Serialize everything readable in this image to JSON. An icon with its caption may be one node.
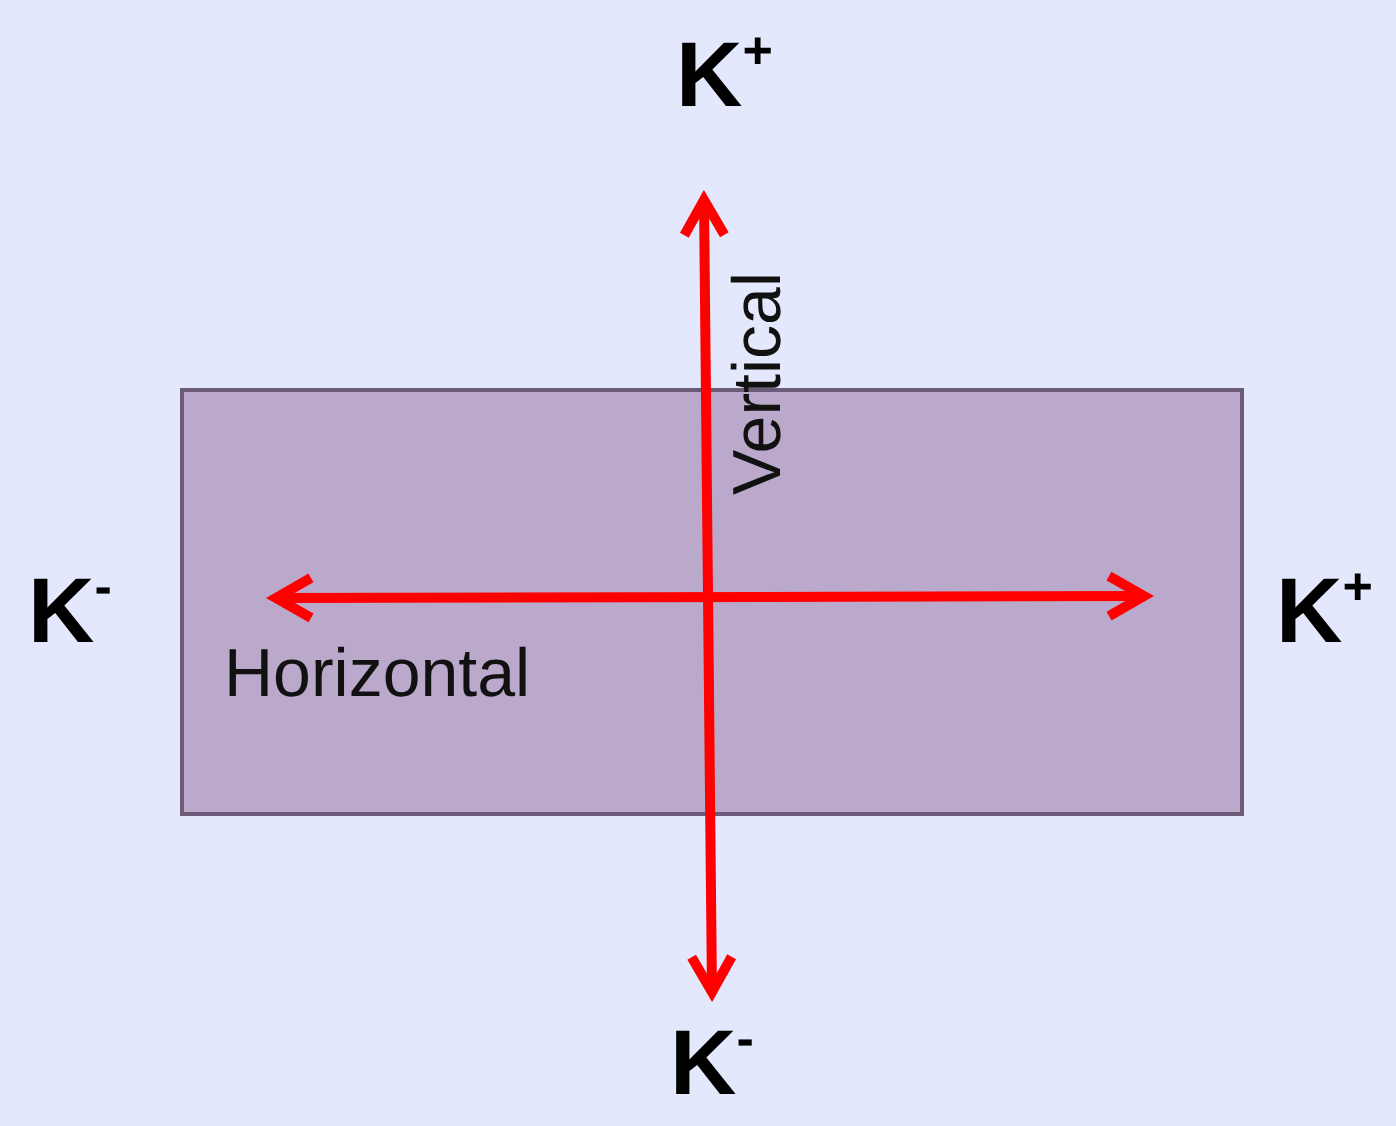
{
  "diagram": {
    "nodes": [
      {
        "text": [
          "Vertical",
          "Horizontal"
        ]
      }
    ],
    "labels": [
      "K$^{+}$",
      "K$^{-}$",
      "K$^{+}$",
      "K$^{-}$"
    ]
  }
}
